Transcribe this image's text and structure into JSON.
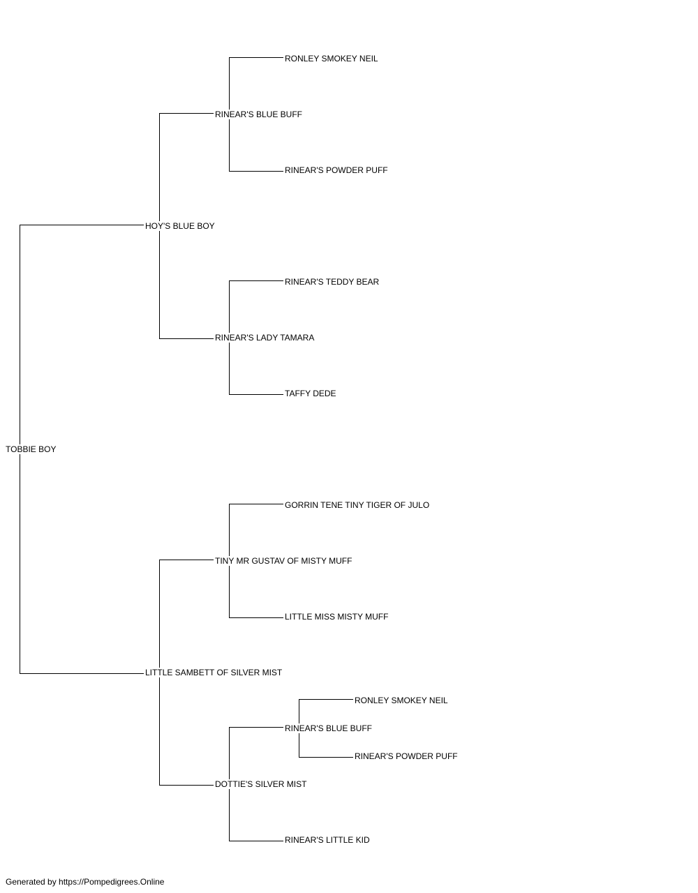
{
  "pedigree": {
    "subject": "TOBBIE BOY",
    "sire": "HOY'S BLUE BOY",
    "sire_sire": "RINEAR'S BLUE BUFF",
    "sire_sire_sire": "RONLEY SMOKEY NEIL",
    "sire_sire_dam": "RINEAR'S POWDER PUFF",
    "sire_dam": "RINEAR'S LADY TAMARA",
    "sire_dam_sire": "RINEAR'S TEDDY BEAR",
    "sire_dam_dam": "TAFFY DEDE",
    "dam": "LITTLE SAMBETT OF SILVER MIST",
    "dam_sire": "TINY MR GUSTAV OF MISTY MUFF",
    "dam_sire_sire": "GORRIN TENE TINY TIGER OF JULO",
    "dam_sire_dam": "LITTLE MISS MISTY MUFF",
    "dam_dam": "DOTTIE'S SILVER MIST",
    "dam_dam_sire": "RINEAR'S BLUE BUFF",
    "dam_dam_sire_sire": "RONLEY SMOKEY NEIL",
    "dam_dam_sire_dam": "RINEAR'S POWDER PUFF",
    "dam_dam_dam": "RINEAR'S LITTLE KID"
  },
  "footer": "Generated by https://Pompedigrees.Online"
}
